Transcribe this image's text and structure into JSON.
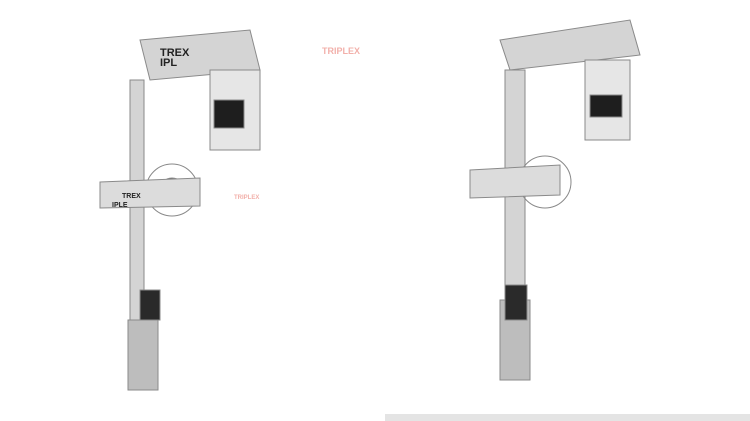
{
  "image": {
    "subject": "suspension-fork-product-photo",
    "logos": {
      "fork_left_top": "TREX",
      "fork_left_top_2": "IPL",
      "fork_left_mid": "TREX",
      "fork_left_mid_2": "IPLE",
      "faint_upper": "TRIPLEX",
      "faint_lower": "TRIPLEX"
    },
    "colors": {
      "metal": "#c8c8c8",
      "shadow": "#8a8a8a",
      "dark": "#1e1e1e",
      "accent": "#e85a4f"
    }
  }
}
